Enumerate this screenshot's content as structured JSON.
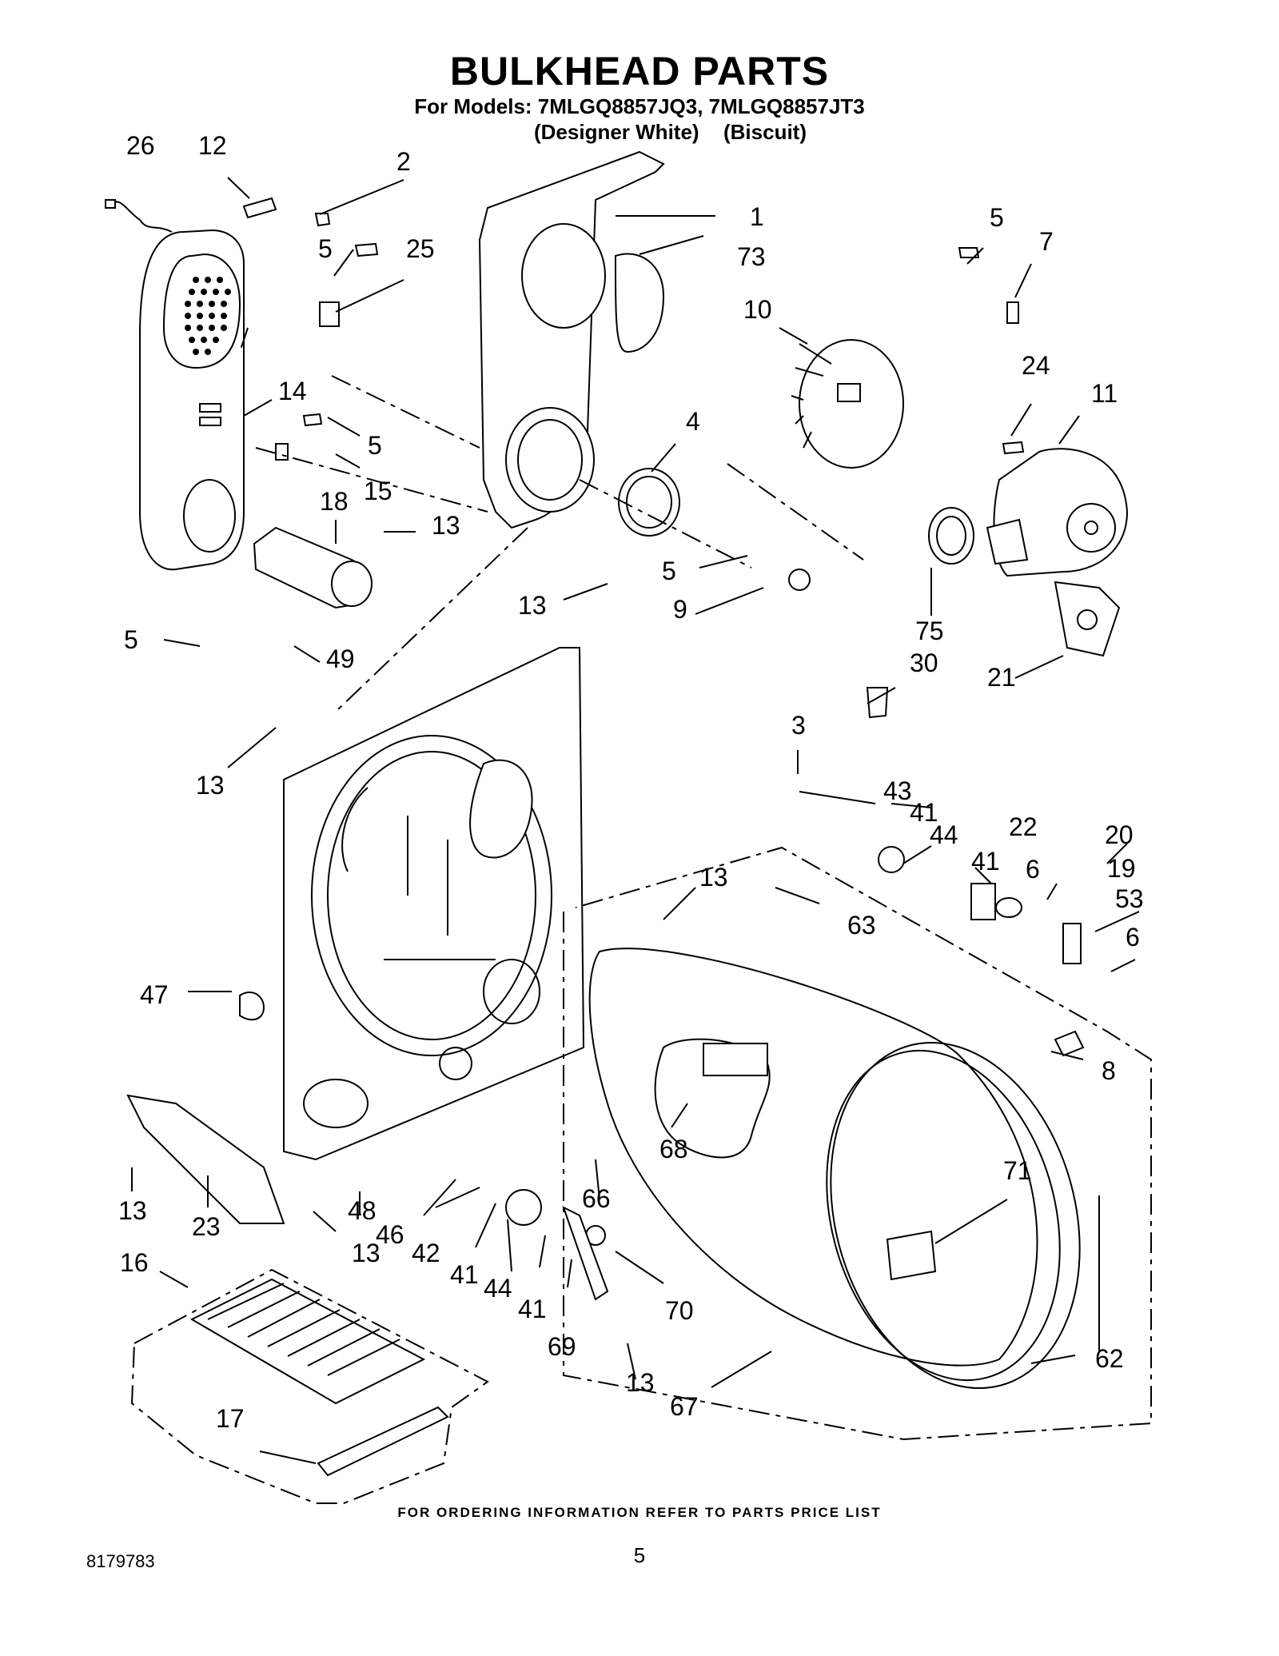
{
  "header": {
    "title": "BULKHEAD PARTS",
    "models_line": "For Models: 7MLGQ8857JQ3, 7MLGQ8857JT3",
    "color_1": "(Designer White)",
    "color_2": "(Biscuit)"
  },
  "parts": {
    "p26": "26",
    "p12": "12",
    "p2": "2",
    "p5a": "5",
    "p25": "25",
    "p1": "1",
    "p73": "73",
    "p5b": "5",
    "p7": "7",
    "p10": "10",
    "p24": "24",
    "p11": "11",
    "p14": "14",
    "p5c": "5",
    "p4": "4",
    "p15": "15",
    "p18": "18",
    "p13a": "13",
    "p5d": "5",
    "p13b": "13",
    "p9": "9",
    "p75": "75",
    "p5e": "5",
    "p49": "49",
    "p30": "30",
    "p21": "21",
    "p3": "3",
    "p13c": "13",
    "p43": "43",
    "p41a": "41",
    "p44a": "44",
    "p22": "22",
    "p20": "20",
    "p41b": "41",
    "p6a": "6",
    "p19": "19",
    "p53": "53",
    "p13d": "13",
    "p63": "63",
    "p6b": "6",
    "p47": "47",
    "p8": "8",
    "p68": "68",
    "p71": "71",
    "p13e": "13",
    "p48": "48",
    "p46": "46",
    "p42": "42",
    "p66": "66",
    "p23": "23",
    "p13f": "13",
    "p41c": "41",
    "p44b": "44",
    "p41d": "41",
    "p70": "70",
    "p16": "16",
    "p69": "69",
    "p62": "62",
    "p13g": "13",
    "p17": "17",
    "p67": "67"
  },
  "footer": {
    "ordering_note": "FOR ORDERING INFORMATION REFER TO PARTS PRICE LIST",
    "doc_number": "8179783",
    "page_number": "5"
  }
}
